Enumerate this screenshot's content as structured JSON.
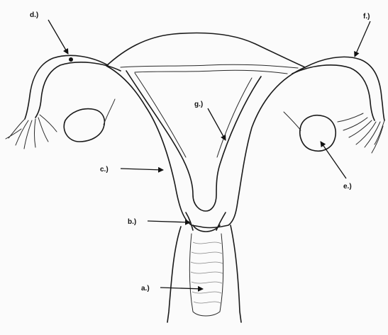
{
  "labels": {
    "a": "a.)",
    "b": "b.)",
    "c": "c.)",
    "d": "d.)",
    "e": "e.)",
    "f": "f.)",
    "g": "g.)"
  },
  "colors": {
    "ink": "#1a1a1a",
    "paper": "#fbfbfb"
  }
}
